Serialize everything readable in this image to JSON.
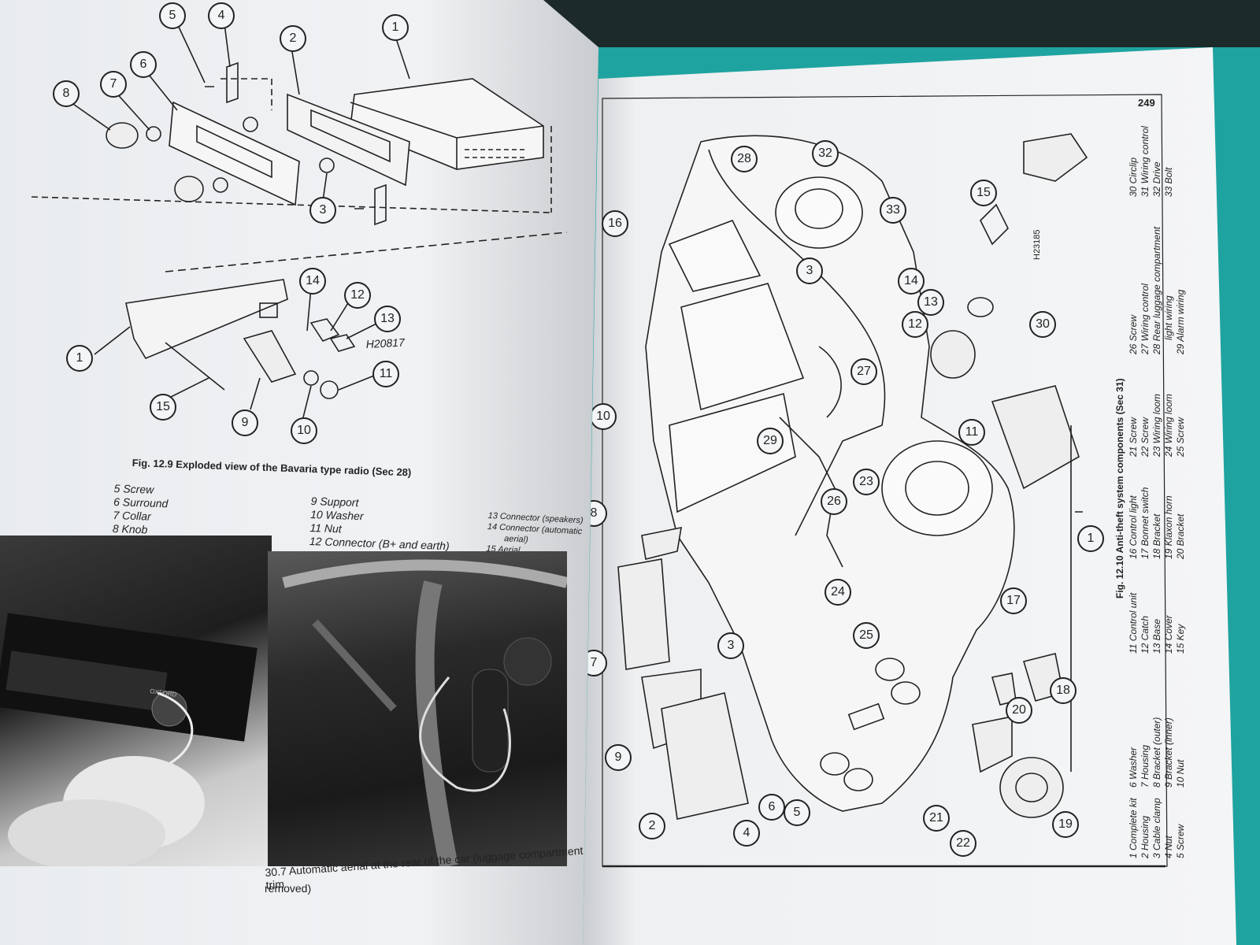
{
  "left_page": {
    "figure_title": "Fig. 12.9 Exploded view of the Bavaria type radio (Sec 28)",
    "drawing_code": "H20817",
    "legend_col1": [
      "5  Screw",
      "6  Surround",
      "7  Collar",
      "8  Knob"
    ],
    "legend_col2": [
      "9  Support",
      "10  Washer",
      "11  Nut",
      "12  Connector (B+ and earth)"
    ],
    "legend_col3": [
      "13  Connector (speakers)",
      "14  Connector (automatic",
      "aerial)",
      "15  Aerial"
    ],
    "photo_caption_line1": "30.7 Automatic aerial at the rear of the car (luggage compartment trim",
    "photo_caption_line2": "removed)",
    "radio_brand": "OXFORD",
    "callouts_top": [
      "1",
      "2",
      "3",
      "4",
      "5",
      "6",
      "7",
      "8"
    ],
    "callouts_bottom": [
      "1",
      "9",
      "10",
      "11",
      "12",
      "13",
      "14",
      "15"
    ]
  },
  "right_page": {
    "page_number": "249",
    "figure_title": "Fig. 12.10 Anti-theft system components (Sec 31)",
    "drawing_code": "H23185",
    "legend_col1": [
      "1  Complete kit",
      "2  Housing",
      "3  Cable clamp",
      "4  Nut",
      "5  Screw"
    ],
    "legend_col2": [
      "6  Washer",
      "7  Housing",
      "8  Bracket (outer)",
      "9  Bracket (inner)",
      "10  Nut"
    ],
    "legend_col3": [
      "11  Control unit",
      "12  Catch",
      "13  Base",
      "14  Cover",
      "15  Key"
    ],
    "legend_col4": [
      "16  Control light",
      "17  Bonnet switch",
      "18  Bracket",
      "19  Klaxon horn",
      "20  Bracket"
    ],
    "legend_col5": [
      "21  Screw",
      "22  Screw",
      "23  Wiring loom",
      "24  Wiring loom",
      "25  Screw"
    ],
    "legend_col6": [
      "26  Screw",
      "27  Wiring control",
      "28  Rear luggage compartment",
      "light wiring",
      "29  Alarm wiring"
    ],
    "legend_col7": [
      "30  Circlip",
      "31  Wiring control",
      "32  Drive",
      "33  Bolt"
    ],
    "callouts": [
      "1",
      "2",
      "3",
      "3",
      "4",
      "5",
      "6",
      "7",
      "8",
      "9",
      "10",
      "11",
      "12",
      "13",
      "14",
      "15",
      "16",
      "17",
      "18",
      "19",
      "20",
      "21",
      "22",
      "23",
      "24",
      "25",
      "26",
      "27",
      "28",
      "29",
      "30",
      "32",
      "33"
    ]
  }
}
